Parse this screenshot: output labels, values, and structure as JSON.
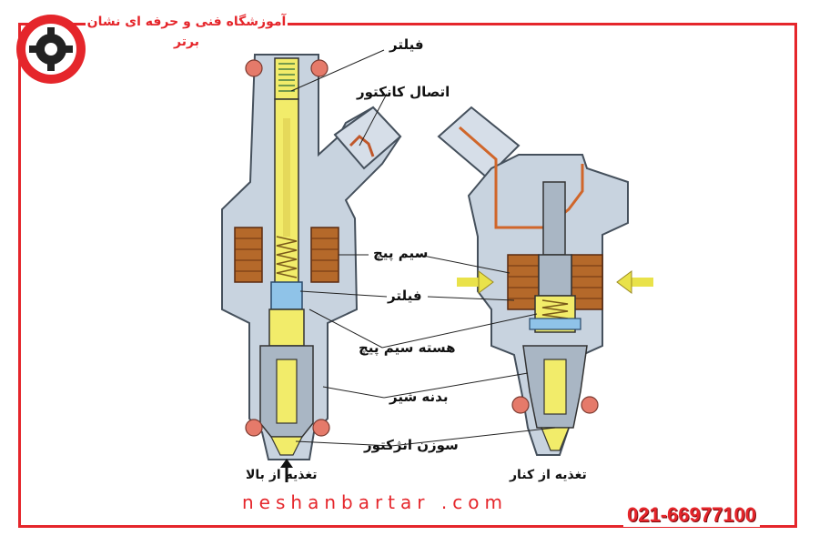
{
  "brand": {
    "title": "آموزشگاه فنی و حرفه ای نشان برتر",
    "website": "neshanbartar .com",
    "phone": "021-66977100"
  },
  "labels": {
    "filter_top": "فیلتر",
    "connector": "اتصال کانکتور",
    "coil": "سیم پیچ",
    "filter_mid": "فیلتر",
    "coil_core": "هسته سیم پیچ",
    "valve_body": "بدنه شیر",
    "injector_needle": "سوزن انژکتور"
  },
  "captions": {
    "top_feed": "تغذیه از بالا",
    "side_feed": "تغذیه از کنار"
  },
  "colors": {
    "frame": "#e5262b",
    "body": "#c8d3df",
    "body_edge": "#45505c",
    "fuel": "#f2ec6a",
    "coil": "#b5692a",
    "oring": "#e57a6a",
    "filter": "#8fc3e8"
  }
}
